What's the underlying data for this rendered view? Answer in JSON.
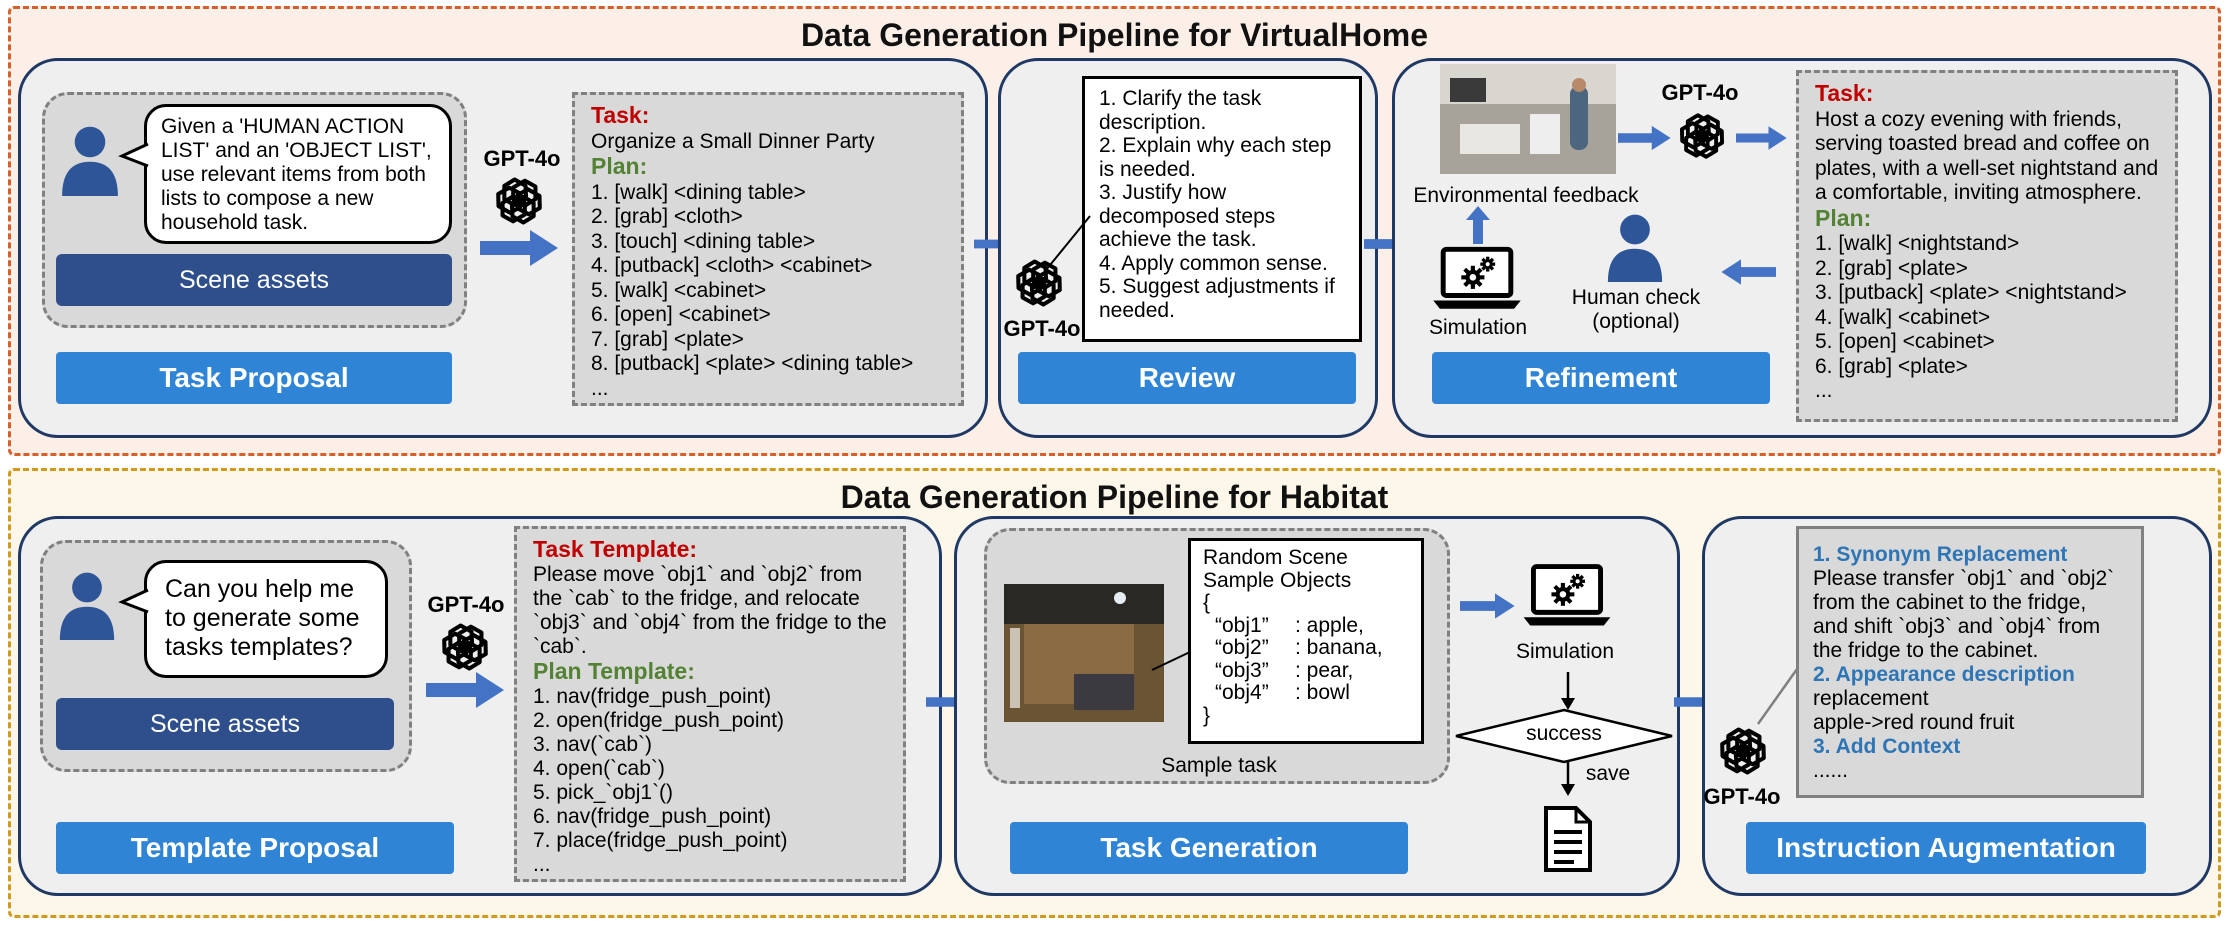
{
  "virtualhome": {
    "title": "Data Generation Pipeline for VirtualHome",
    "task_proposal": {
      "prompt": "Given a 'HUMAN ACTION LIST' and an 'OBJECT LIST', use relevant items from both lists to compose a new household task.",
      "scene_assets": "Scene assets",
      "gpt_label": "GPT-4o",
      "task_heading": "Task",
      "task_text": "Organize a Small Dinner Party",
      "plan_heading": "Plan",
      "plan_steps": [
        "1. [walk] <dining table>",
        "2. [grab] <cloth>",
        "3. [touch] <dining table>",
        "4. [putback] <cloth> <cabinet>",
        "5. [walk] <cabinet>",
        "6. [open] <cabinet>",
        "7. [grab] <plate>",
        "8. [putback] <plate> <dining table>",
        "..."
      ],
      "label": "Task Proposal"
    },
    "review": {
      "items": [
        "1. Clarify the task description.",
        "2. Explain why each step is needed.",
        "3. Justify how decomposed steps achieve the task.",
        "4. Apply common sense.",
        "5. Suggest adjustments if needed."
      ],
      "gpt_label": "GPT-4o",
      "label": "Review"
    },
    "refinement": {
      "gpt_label": "GPT-4o",
      "env_feedback": "Environmental feedback",
      "simulation": "Simulation",
      "human_check": "Human check",
      "optional": "(optional)",
      "task_heading": "Task",
      "task_text": "Host a cozy evening with friends, serving toasted bread and coffee on plates, with a well-set nightstand and a comfortable, inviting atmosphere.",
      "plan_heading": "Plan",
      "plan_steps": [
        "1. [walk] <nightstand>",
        "2. [grab] <plate>",
        "3. [putback] <plate> <nightstand>",
        "4. [walk] <cabinet>",
        "5. [open] <cabinet>",
        "6. [grab] <plate>",
        "..."
      ],
      "label": "Refinement"
    }
  },
  "habitat": {
    "title": "Data Generation Pipeline for Habitat",
    "template_proposal": {
      "prompt": "Can you help me to generate some tasks templates?",
      "scene_assets": "Scene assets",
      "gpt_label": "GPT-4o",
      "task_template_heading": "Task Template",
      "task_template_text": "Please move `obj1` and `obj2` from the `cab` to the fridge, and relocate `obj3` and `obj4` from the fridge to the `cab`.",
      "plan_template_heading": "Plan Template",
      "plan_steps": [
        "1. nav(fridge_push_point)",
        "2. open(fridge_push_point)",
        "3. nav(`cab`)",
        "4. open(`cab`)",
        "5. pick_`obj1`()",
        "6. nav(fridge_push_point)",
        "7. place(fridge_push_point)",
        "..."
      ],
      "label": "Template Proposal"
    },
    "task_generation": {
      "scene_lines": [
        "Random Scene",
        "Sample Objects",
        "{"
      ],
      "objects": [
        {
          "key": "“obj1”",
          "value": ": apple,"
        },
        {
          "key": "“obj2”",
          "value": ": banana,"
        },
        {
          "key": "“obj3”",
          "value": ": pear,"
        },
        {
          "key": "“obj4”",
          "value": ": bowl"
        }
      ],
      "close_brace": "}",
      "sample_task": "Sample task",
      "simulation": "Simulation",
      "success": "success",
      "save": "save",
      "label": "Task Generation"
    },
    "instruction_augmentation": {
      "gpt_label": "GPT-4o",
      "h1": "1. Synonym Replacement",
      "t1": "Please transfer `obj1` and `obj2` from the cabinet to the fridge, and shift `obj3` and `obj4` from the fridge to the cabinet.",
      "h2": "2. Appearance description",
      "t2a": "replacement",
      "t2b": "apple->red round fruit",
      "h3": "3. Add Context",
      "t3": "......",
      "label": "Instruction Augmentation"
    }
  },
  "colors": {
    "panel_border": "#1f3864",
    "button_blue": "#2f84d6",
    "scene_blue": "#2e4f8c",
    "task_red": "#c00000",
    "plan_green": "#548235",
    "aug_blue": "#2e75b6"
  }
}
